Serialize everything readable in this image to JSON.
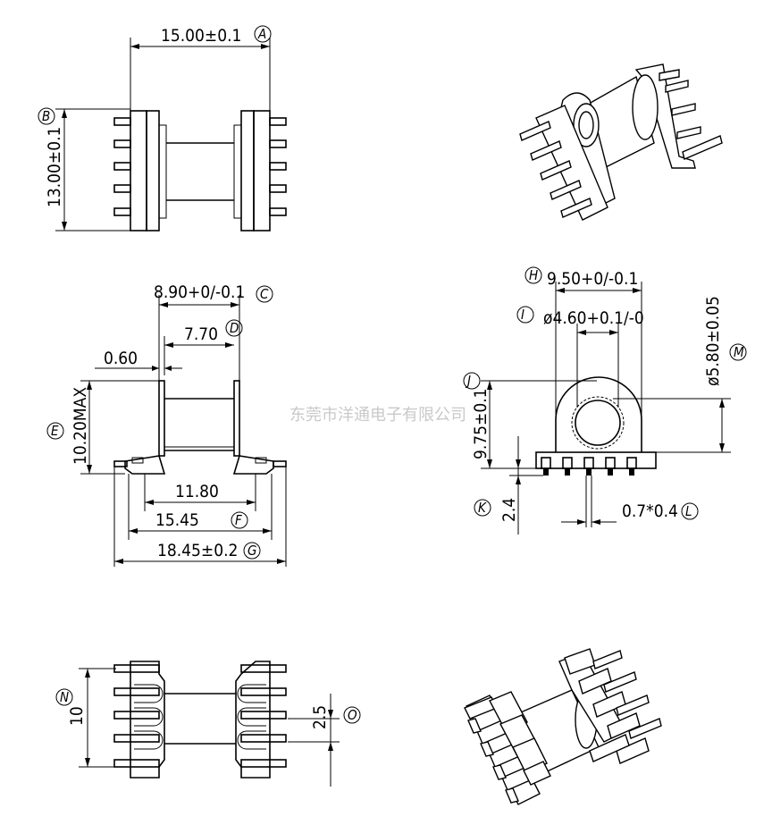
{
  "watermark": "东莞市洋通电子有限公司",
  "dimensions": {
    "A": {
      "marker": "A",
      "text": "15.00±0.1"
    },
    "B": {
      "marker": "B",
      "text": "13.00±0.1"
    },
    "C": {
      "marker": "C",
      "text": "8.90+0/-0.1"
    },
    "D": {
      "marker": "D",
      "text": "7.70"
    },
    "thickness": {
      "text": "0.60"
    },
    "E": {
      "marker": "E",
      "text": "10.20MAX"
    },
    "pitch_inner": {
      "text": "11.80"
    },
    "F": {
      "marker": "F",
      "text": "15.45"
    },
    "G": {
      "marker": "G",
      "text": "18.45±0.2"
    },
    "H": {
      "marker": "H",
      "text": "9.50+0/-0.1"
    },
    "I": {
      "marker": "I",
      "text": "ø4.60+0.1/-0"
    },
    "J": {
      "marker": "J",
      "text": "9.75±0.1"
    },
    "M": {
      "marker": "M",
      "text": "ø5.80±0.05"
    },
    "K": {
      "marker": "K",
      "text": "2.4"
    },
    "L": {
      "marker": "L",
      "text": "0.7*0.4"
    },
    "N": {
      "marker": "N",
      "text": "10"
    },
    "O": {
      "marker": "O",
      "text": "2.5"
    }
  }
}
